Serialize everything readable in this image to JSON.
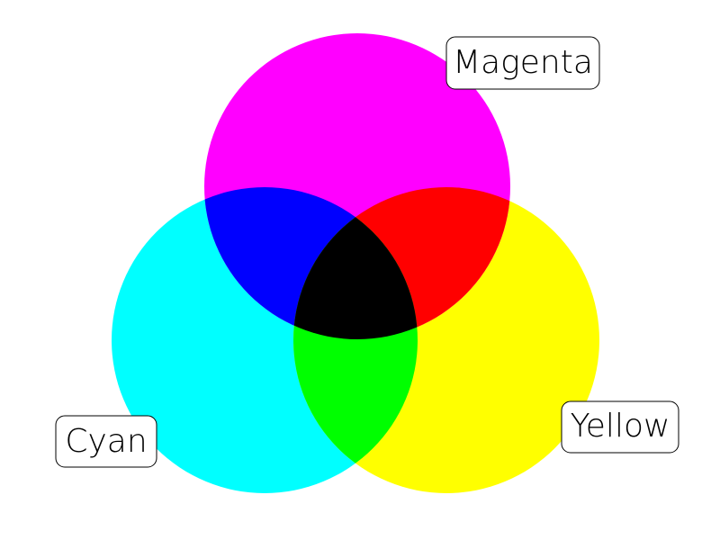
{
  "colors": {
    "background": "#FFFFFF",
    "magenta": "#FF00FF",
    "cyan": "#00FFFF",
    "yellow": "#FFFF00",
    "blue": "#0000FF",
    "red": "#FF0000",
    "green": "#00FF00",
    "black": "#000000"
  },
  "labels": {
    "magenta": "Magenta",
    "cyan": "Cyan",
    "yellow": "Yellow"
  }
}
